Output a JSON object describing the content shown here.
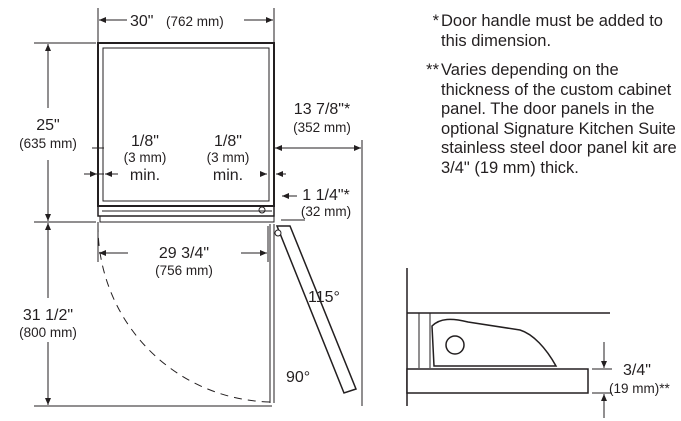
{
  "width_label": "30\"",
  "width_metric": "(762 mm)",
  "height_label": "25\"",
  "height_metric": "(635 mm)",
  "depth_label": "13 7/8\"*",
  "depth_metric": "(352 mm)",
  "gap_left_label": "1/8\"",
  "gap_left_metric": "(3 mm)",
  "gap_left_min": "min.",
  "gap_right_label": "1/8\"",
  "gap_right_metric": "(3 mm)",
  "gap_right_min": "min.",
  "offset_label": "1 1/4\"*",
  "offset_metric": "(32 mm)",
  "inner_width_label": "29 3/4\"",
  "inner_width_metric": "(756 mm)",
  "swing_label": "31 1/2\"",
  "swing_metric": "(800 mm)",
  "angle_open": "115°",
  "angle_right": "90°",
  "panel_thickness_label": "3/4\"",
  "panel_thickness_metric": "(19 mm)**",
  "notes": [
    {
      "mark": "*",
      "text": "Door handle must be added to this dimension."
    },
    {
      "mark": "**",
      "text": "Varies depending on the thickness of the custom cabinet panel. The door panels in the optional Signature Kitchen Suite stainless steel door panel kit are 3/4\" (19 mm) thick."
    }
  ]
}
